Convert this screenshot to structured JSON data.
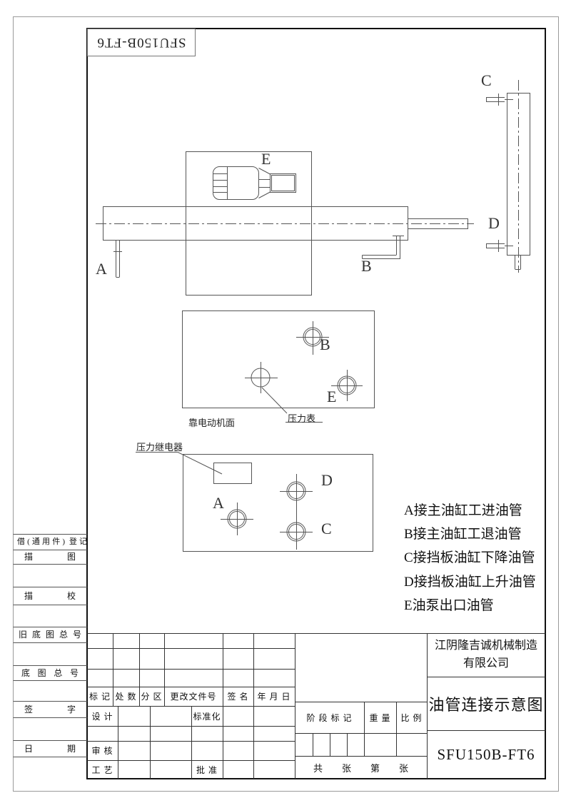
{
  "part_number_top": "SFU150B-FT6",
  "assembly": {
    "label_a": "A",
    "label_b": "B",
    "label_c": "C",
    "label_d": "D",
    "label_e": "E"
  },
  "gauge_panel": {
    "label_b": "B",
    "label_e": "E",
    "gauge_note": "压力表",
    "caption": "靠电动机面"
  },
  "relay_panel": {
    "label_a": "A",
    "label_c": "C",
    "label_d": "D",
    "relay_note": "压力继电器"
  },
  "legend": {
    "line_a": "A接主油缸工进油管",
    "line_b": "B接主油缸工退油管",
    "line_c": "C接挡板油缸下降油管",
    "line_d": "D接挡板油缸上升油管",
    "line_e": "E油泵出口油管"
  },
  "margin": {
    "register": "借(通用件) 登记",
    "tracing": "描 图",
    "tracing_check": "描 校",
    "old_master_no": "旧 底 图 总 号",
    "master_no": "底 图 总 号",
    "signature": "签 字",
    "date": "日 期"
  },
  "title_block": {
    "mark": "标 记",
    "count": "处 数",
    "zone": "分 区",
    "change_doc": "更改文件号",
    "sign": "签 名",
    "ymd": "年 月 日",
    "design": "设 计",
    "standardization": "标准化",
    "audit": "审 核",
    "process": "工 艺",
    "approve": "批 准",
    "stage_mark": "阶 段 标 记",
    "weight": "重 量",
    "scale": "比 例",
    "sheets_total_label": "共",
    "sheets_total_unit": "张",
    "sheet_index_label": "第",
    "sheet_index_unit": "张",
    "company_line1": "江阴隆吉诚机械制造",
    "company_line2": "有限公司",
    "drawing_title": "油管连接示意图",
    "drawing_no": "SFU150B-FT6"
  }
}
